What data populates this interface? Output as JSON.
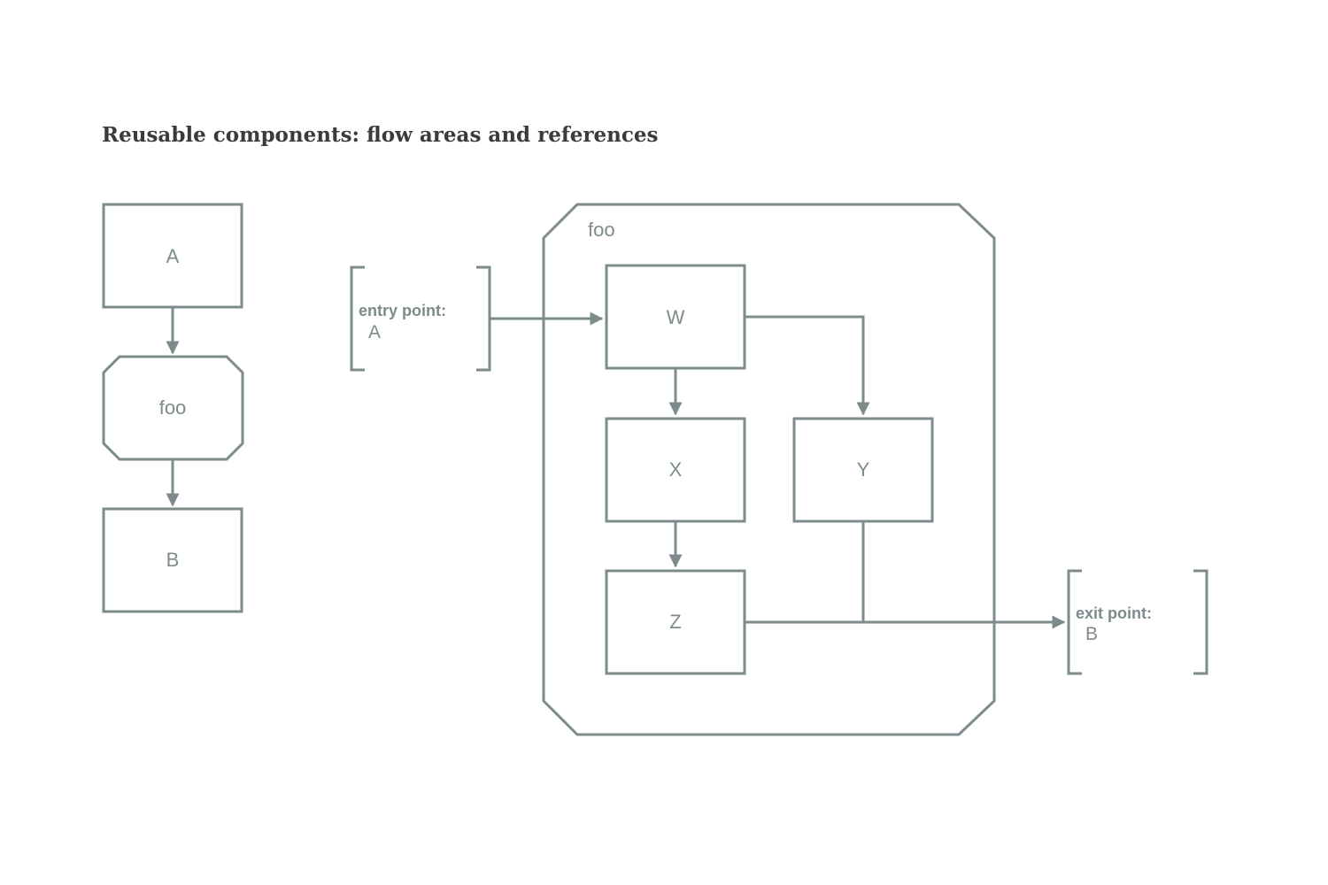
{
  "title": "Reusable components: flow areas and references",
  "left_flow": {
    "node_a": "A",
    "node_foo": "foo",
    "node_b": "B"
  },
  "flow_area": {
    "label": "foo",
    "nodes": {
      "w": "W",
      "x": "X",
      "y": "Y",
      "z": "Z"
    }
  },
  "entry_ref": {
    "heading": "entry point:",
    "value": "A"
  },
  "exit_ref": {
    "heading": "exit point:",
    "value": "B"
  },
  "colors": {
    "stroke": "#7d8b8c",
    "title": "#3b3b3b",
    "background": "#ffffff"
  }
}
